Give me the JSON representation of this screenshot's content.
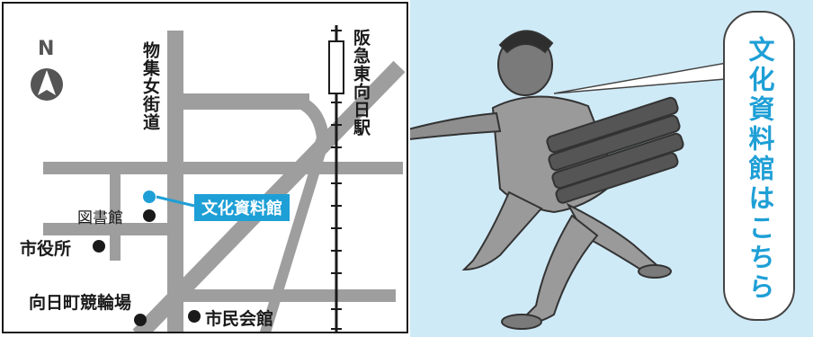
{
  "map": {
    "north_label": "N",
    "street_label": "物集女街道",
    "station_label": "阪急東向日駅",
    "highlight_label": "文化資料館",
    "landmarks": [
      {
        "key": "library",
        "label": "図書館"
      },
      {
        "key": "city_hall",
        "label": "市役所"
      },
      {
        "key": "velodrome",
        "label": "向日町競輪場"
      },
      {
        "key": "civic_hall",
        "label": "市民会館"
      }
    ]
  },
  "callout": {
    "text": "文化資料館はこちら"
  },
  "colors": {
    "accent": "#1e9fd6",
    "road": "#9e9e9e",
    "background_right": "#cfeaf7"
  },
  "icons": [
    "north-arrow-icon",
    "running-man-illustration"
  ]
}
